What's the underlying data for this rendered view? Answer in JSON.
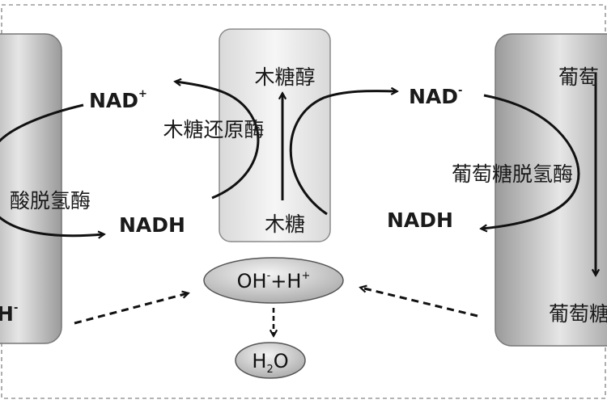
{
  "labels": {
    "xylitol": "木糖醇",
    "xylose": "木糖",
    "xylose_reductase": "木糖还原酶",
    "left_enzyme_fragment": "酸脱氢酶",
    "glucose_dehydrogenase": "葡萄糖脱氢酶",
    "right_top_fragment": "葡萄",
    "right_bottom_fragment": "葡萄糖",
    "left_bottom_fragment": "H",
    "left_bottom_sup": "-"
  },
  "molecules": {
    "nad_base": "NAD",
    "nad_sup_plus": "+",
    "nad_sup_minus": "-",
    "nadh": "NADH",
    "oh_base": "OH",
    "oh_sup": "-",
    "plus_h": "+H",
    "h_sup": "+",
    "h2o_h": "H",
    "h2o_sub": "2",
    "h2o_o": "O"
  }
}
